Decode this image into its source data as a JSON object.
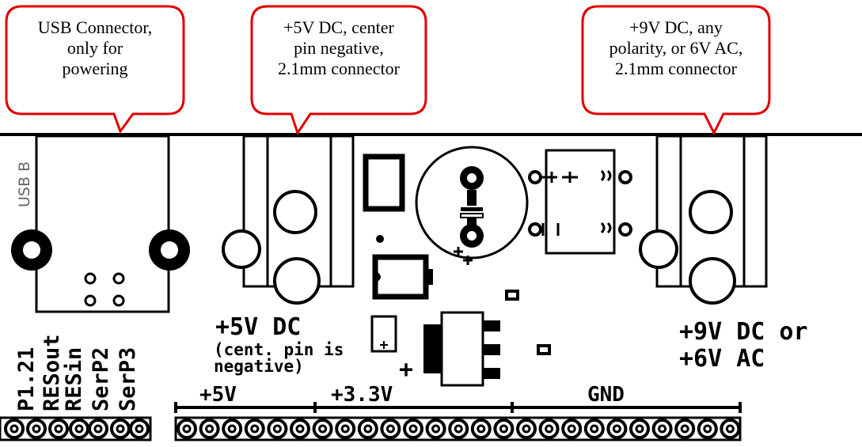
{
  "callouts": {
    "usb": "USB Connector,\nonly for\npowering",
    "dc5v": "+5V DC, center\npin negative,\n2.1mm connector",
    "dc9v": "+9V DC, any\npolarity, or 6V AC,\n2.1mm connector"
  },
  "board": {
    "usb_label": "USB B",
    "left_input_title": "+5V DC",
    "left_input_note": "(cent. pin is\nnegative)",
    "right_input_line1": "+9V DC or",
    "right_input_line2": "+6V AC",
    "header_5v": "+5V",
    "header_33v": "+3.3V",
    "header_gnd": "GND",
    "pin_labels": [
      "P1.21",
      "RESout",
      "RESin",
      "SerP2",
      "SerP3"
    ],
    "polarity_plus": "+"
  }
}
